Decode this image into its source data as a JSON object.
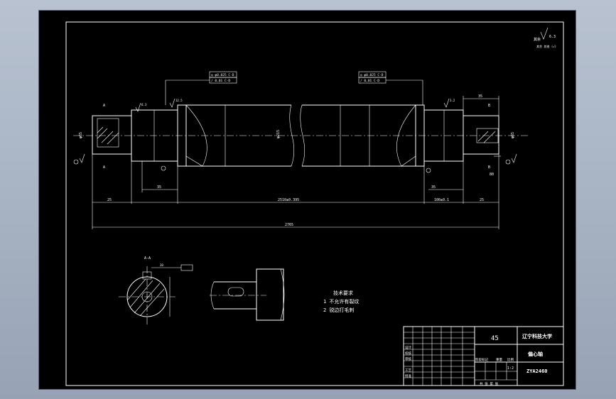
{
  "drawing": {
    "material": "45",
    "school": "辽宁科技大学",
    "part_name": "偏心轴",
    "drawing_no": "ZYA2460",
    "scale": "1:2",
    "tech_title": "技术要求",
    "tech_item_1": "1 不允许有裂纹",
    "tech_item_2": "2 锐边打毛刺",
    "dim_total": "2765",
    "dim_mid": "2510±0.395",
    "dim_left_a": "25",
    "dim_left_b": "35",
    "dim_right_a": "35",
    "dim_right_b": "25",
    "dim_right_c": "35",
    "dim_right_d": "80",
    "section_label": "A-A",
    "roughness_1": "6.3",
    "roughness_2": "12.5",
    "roughness_3": "3.2",
    "datum_a": "A",
    "datum_b": "B",
    "tol_frame_1": "◎ φ0.025 C-D",
    "tol_frame_2": "/ 0.01 C-D",
    "tol_frame_3": "◎ φ0.025 C-D",
    "tol_frame_4": "/ 0.01 C-D",
    "dia_left": "φ65",
    "dia_center": "φ215",
    "dia_right": "φ65",
    "key_label": "20",
    "title_rows": [
      "设计",
      "校核",
      "审核",
      "工艺",
      "批准"
    ],
    "col_labels": [
      "阶段标记",
      "重量",
      "比例"
    ],
    "sheet_label": "共 张 第 张",
    "corner_note_1": "6.3",
    "corner_note_2": "其余"
  }
}
